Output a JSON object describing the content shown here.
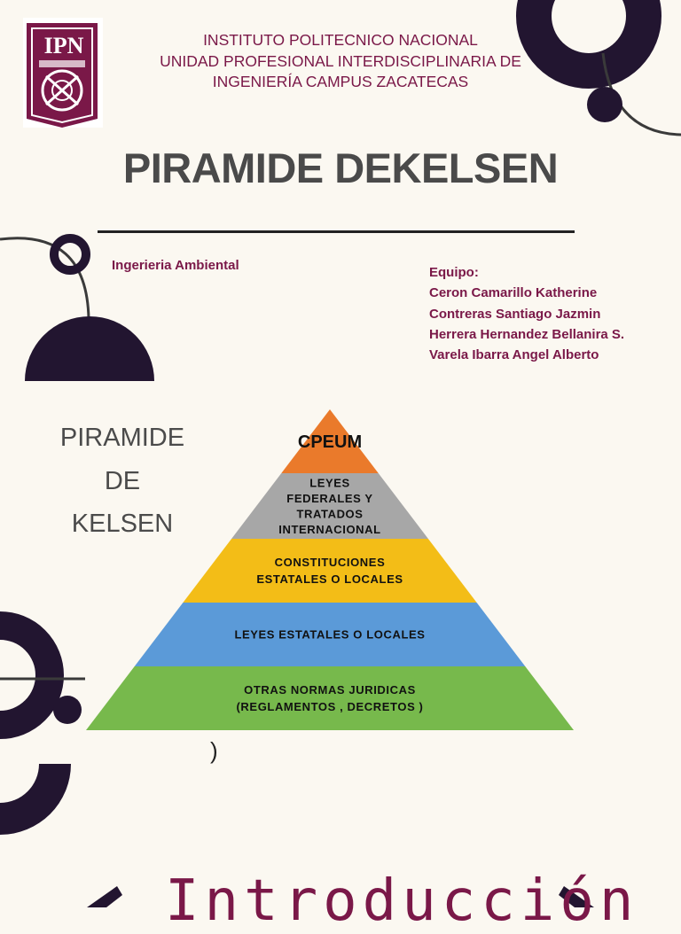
{
  "header": {
    "line1": "INSTITUTO POLITECNICO NACIONAL",
    "line2": "UNIDAD PROFESIONAL INTERDISCIPLINARIA DE",
    "line3": "INGENIERÍA CAMPUS ZACATECAS"
  },
  "logo_text": "IPN",
  "title": "PIRAMIDE DEKELSEN",
  "career": "Ingerieria Ambiental",
  "team": {
    "label": "Equipo:",
    "members": [
      "Ceron Camarillo Katherine",
      "Contreras Santiago Jazmin",
      "Herrera Hernandez Bellanira S.",
      "Varela Ibarra Angel Alberto"
    ]
  },
  "pyramid": {
    "title_lines": [
      "PIRAMIDE",
      "DE",
      "KELSEN"
    ],
    "levels": [
      {
        "lines": [
          "CPEUM"
        ],
        "color": "#ea7a2b"
      },
      {
        "lines": [
          "LEYES",
          "FEDERALES Y",
          "TRATADOS",
          "INTERNACIONAL"
        ],
        "color": "#a7a7a7"
      },
      {
        "lines": [
          "CONSTITUCIONES",
          "ESTATALES O LOCALES"
        ],
        "color": "#f3bd17"
      },
      {
        "lines": [
          "LEYES ESTATALES O LOCALES"
        ],
        "color": "#5b9ad8"
      },
      {
        "lines": [
          "OTRAS NORMAS JURIDICAS",
          "(REGLAMENTOS , DECRETOS )"
        ],
        "color": "#77b94c"
      }
    ]
  },
  "stray_mark": ")",
  "section_heading": "Introducción",
  "colors": {
    "dark": "#221530",
    "accent": "#7a1848"
  }
}
